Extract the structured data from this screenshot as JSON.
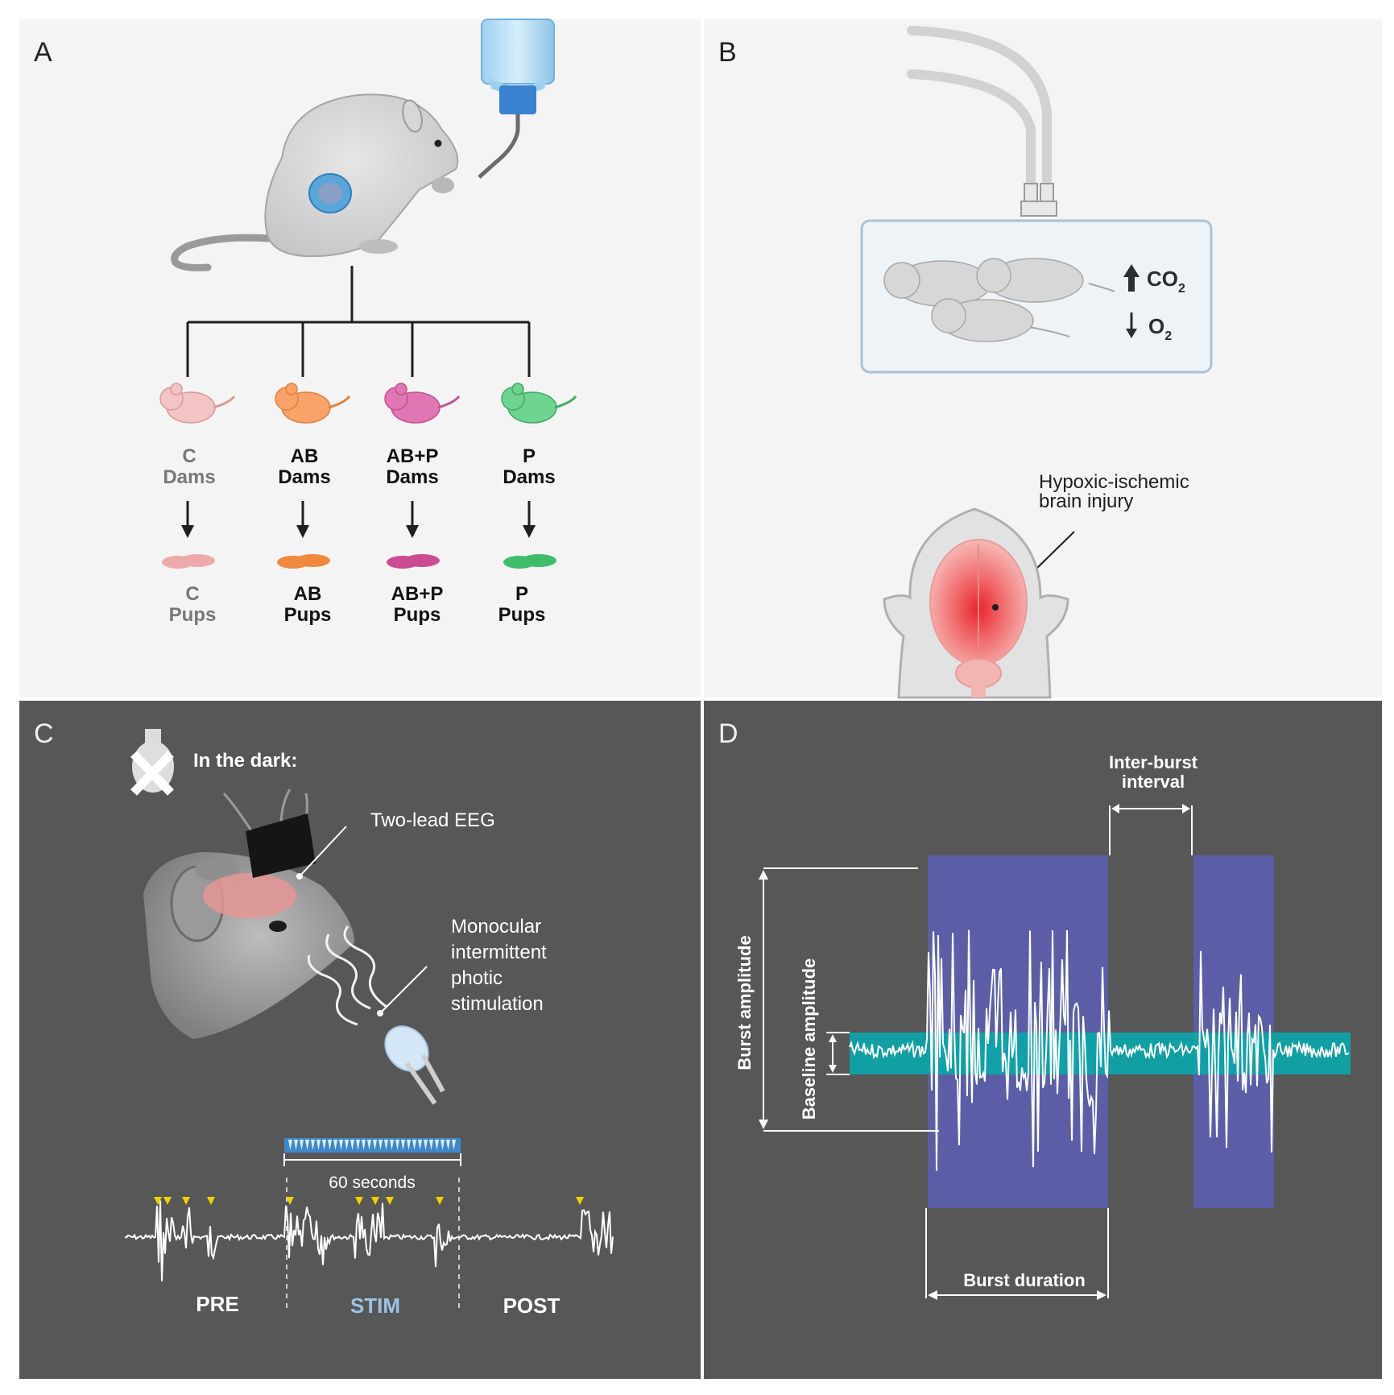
{
  "panels": {
    "a": {
      "label": "A",
      "groups": [
        {
          "dams_line1": "C",
          "dams_line2": "Dams",
          "pups_line1": "C",
          "pups_line2": "Pups",
          "color": "#f2c4c4",
          "pup_color": "#eeaaaa",
          "text_color": "#777777"
        },
        {
          "dams_line1": "AB",
          "dams_line2": "Dams",
          "pups_line1": "AB",
          "pups_line2": "Pups",
          "color": "#f9a36a",
          "pup_color": "#f0883e",
          "text_color": "#111111"
        },
        {
          "dams_line1": "AB+P",
          "dams_line2": "Dams",
          "pups_line1": "AB+P",
          "pups_line2": "Pups",
          "color": "#e077b4",
          "pup_color": "#cc4c93",
          "text_color": "#111111"
        },
        {
          "dams_line1": "P",
          "dams_line2": "Dams",
          "pups_line1": "P",
          "pups_line2": "Pups",
          "color": "#6fd491",
          "pup_color": "#3fbd6a",
          "text_color": "#111111"
        }
      ]
    },
    "b": {
      "label": "B",
      "co2_text": "CO",
      "co2_sub": "2",
      "o2_text": "O",
      "o2_sub": "2",
      "injury_line1": "Hypoxic-ischemic",
      "injury_line2": "brain injury"
    },
    "c": {
      "label": "C",
      "dark_text": "In the dark:",
      "eeg_text": "Two-lead EEG",
      "stim_line1": "Monocular",
      "stim_line2": "intermittent",
      "stim_line3": "photic",
      "stim_line4": "stimulation",
      "duration_text": "60 seconds",
      "pre_text": "PRE",
      "stim_text": "STIM",
      "post_text": "POST",
      "stim_color": "#9cc3e6"
    },
    "d": {
      "label": "D",
      "ibi_line1": "Inter-burst",
      "ibi_line2": "interval",
      "burst_amp_text": "Burst amplitude",
      "baseline_amp_text": "Baseline amplitude",
      "burst_duration_text": "Burst duration",
      "burst_box_color": "#5b5ea6",
      "baseline_band_color": "#0fa3a8"
    }
  },
  "colors": {
    "light_panel_bg": "#f4f4f4",
    "dark_panel_bg": "#575757"
  }
}
